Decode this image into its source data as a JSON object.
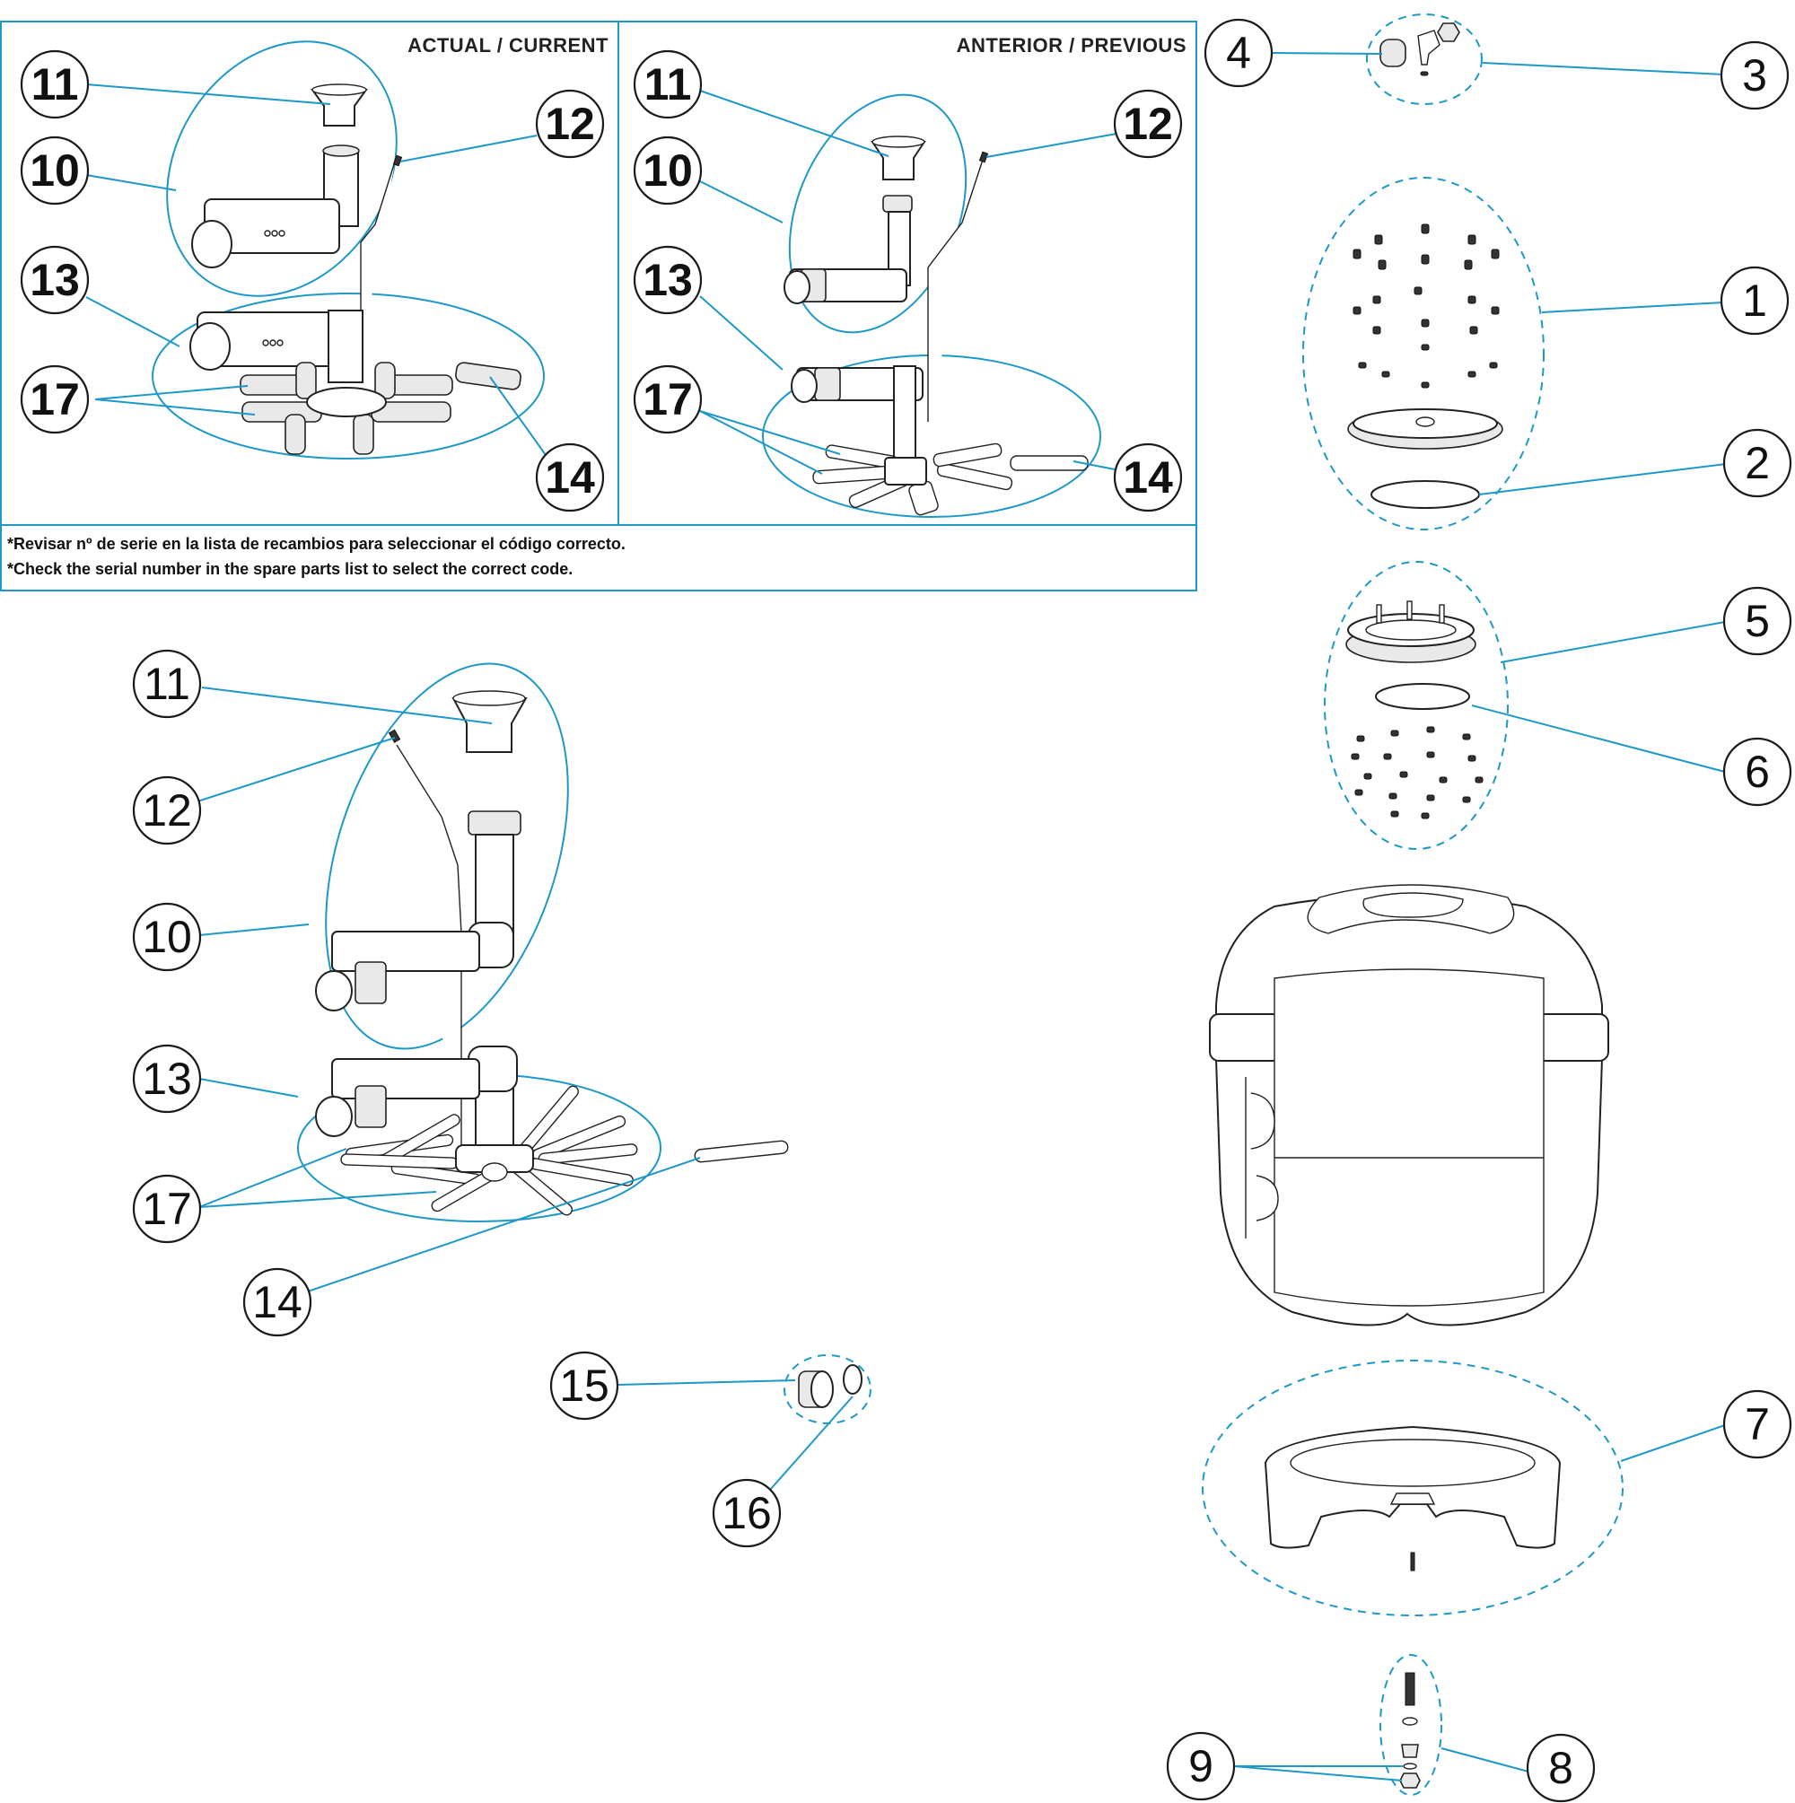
{
  "panel": {
    "current_label": "ACTUAL / CURRENT",
    "previous_label": "ANTERIOR / PREVIOUS",
    "note_es": "*Revisar nº de serie en la lista de recambios para seleccionar el código correcto.",
    "note_en": "*Check the serial number in the spare parts list to select the correct code."
  },
  "callouts": {
    "current": [
      "11",
      "10",
      "12",
      "13",
      "17",
      "14"
    ],
    "previous": [
      "11",
      "10",
      "12",
      "13",
      "17",
      "14"
    ],
    "main": [
      "1",
      "2",
      "3",
      "4",
      "5",
      "6",
      "7",
      "8",
      "9",
      "10",
      "11",
      "12",
      "13",
      "14",
      "15",
      "16",
      "17"
    ]
  }
}
